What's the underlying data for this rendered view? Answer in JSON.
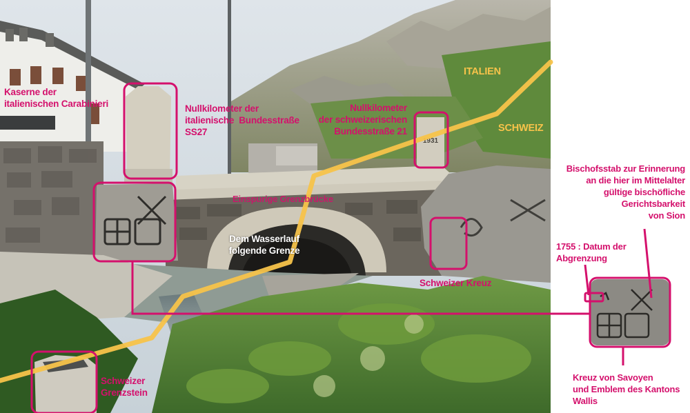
{
  "photo": {
    "colors": {
      "accent": "#d4106c",
      "border_line": "#f7c34a",
      "sky": "#cfd8de",
      "grass": "#4e7a34",
      "stone": "#8c8a84"
    }
  },
  "labels": {
    "kaserne": "Kaserne der\nitalienischen Carabinieri",
    "null_it": "Nullkilometer der\nitalienische  Bundesstraße\nSS27",
    "null_ch": "Nullkilometer\nder schweizerischen\nBundesstraße 21",
    "italien": "ITALIEN",
    "schweiz": "SCHWEIZ",
    "bruecke": "Einspurige Grenzbrücke",
    "wasserlauf": "Dem Wasserlauf\nfolgende Grenze",
    "kreuz": "Schweizer Kreuz",
    "grenzstein": "Schweizer\nGrenzstein",
    "bischofsstab": "Bischofsstab zur Erinnerung\nan die hier im Mittelalter\ngültige bischöfliche\nGerichtsbarkeit\nvon Sion",
    "datum": "1755 : Datum der\nAbgrenzung",
    "savoyen": "Kreuz von Savoyen\nund Emblem des Kantons\nWallis",
    "year": "1931"
  }
}
